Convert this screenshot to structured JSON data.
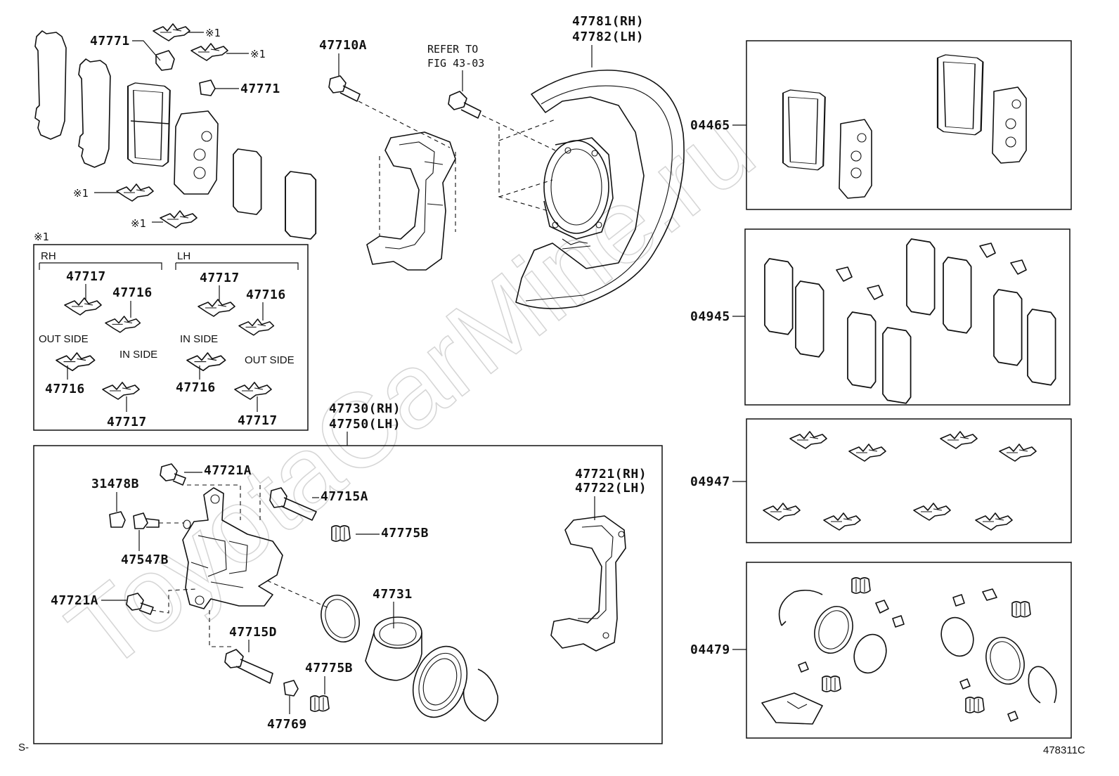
{
  "watermark": "ToyotaCarMine.ru",
  "footer": {
    "figure_code": "478311C",
    "corner_mark": "S-"
  },
  "labels": {
    "shield_rh": "47781(RH)",
    "shield_lh": "47782(LH)",
    "bolt_47710a": "47710A",
    "refer_line1": "REFER TO",
    "refer_line2": "FIG 43-03",
    "shim_top": "47771",
    "shim_mid": "47771",
    "ref_mark_1": "※1",
    "ref_mark_2": "※1",
    "ref_mark_3": "※1",
    "ref_mark_4": "※1",
    "caliper_rh": "47730(RH)",
    "caliper_lh": "47750(LH)",
    "bolt_47721a_top": "47721A",
    "bolt_47721a_left": "47721A",
    "cap_31478b": "31478B",
    "bleeder_47547b": "47547B",
    "pin_47715a": "47715A",
    "boot_47775b_top": "47775B",
    "boot_47775b_bottom": "47775B",
    "piston_47731": "47731",
    "pin_47715d": "47715D",
    "bush_47769": "47769",
    "mount_rh": "47721(RH)",
    "mount_lh": "47722(LH)",
    "kit_04465": "04465",
    "kit_04945": "04945",
    "kit_04947": "04947",
    "kit_04479": "04479"
  },
  "inset": {
    "title": "※1",
    "rh": "RH",
    "lh": "LH",
    "rh_47717_top": "47717",
    "rh_47716_top": "47716",
    "rh_out_side": "OUT SIDE",
    "rh_in_side": "IN SIDE",
    "rh_47716_bottom": "47716",
    "rh_47717_bottom": "47717",
    "lh_47717_top": "47717",
    "lh_47716_top": "47716",
    "lh_in_side": "IN SIDE",
    "lh_out_side": "OUT SIDE",
    "lh_47716_bottom": "47716",
    "lh_47717_bottom": "47717"
  }
}
